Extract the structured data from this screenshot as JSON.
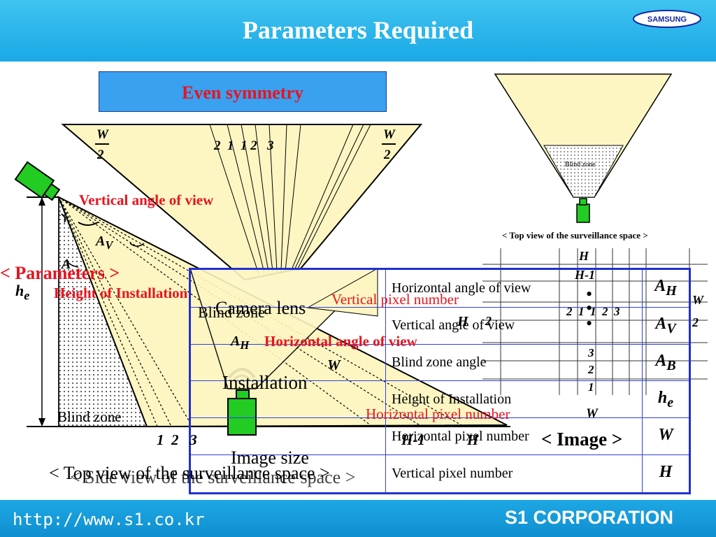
{
  "page": {
    "title": "Parameters Required"
  },
  "footer": {
    "url": "http://www.s1.co.kr",
    "company": "S1 CORPORATION",
    "brand": "SAMSUNG"
  },
  "side_view": {
    "header": "Even symmetry",
    "labels": {
      "vertical_angle": "Vertical angle of view",
      "height_installation": "Height of Installation",
      "blind_zone": "Blind zone",
      "blind_zone_cut": "Blind zone",
      "camera_lens": "Camera lens",
      "installation": "Installation",
      "image_size": "Image size",
      "he": "h",
      "he_sub": "e",
      "av": "A",
      "av_sub": "V",
      "ah": "A",
      "ah_sub": "H",
      "ab": "A",
      "w_over_2_num": "W",
      "w_over_2_den": "2",
      "w": "W",
      "ticks_top": "2  1  1 2   3",
      "ticks_bottom": "1  2   3",
      "h_bottom_1": "H-1",
      "h_bottom_2": "H"
    },
    "caption": "< Top view of the surveillance space >",
    "caption_overlay": "< Side view of the surveillance space >",
    "parameters_title": "< Parameters >"
  },
  "red_labels": {
    "vertical_pixel": "Vertical pixel number",
    "horizontal_angle": "Horizontal angle of view",
    "horizontal_pixel": "Horizontal pixel number"
  },
  "top_view": {
    "blind_zone": "Blind zone",
    "caption": "< Top view of the surveillance space >"
  },
  "image_grid": {
    "label": "< Image >",
    "h": "H",
    "h_minus_1": "H-1",
    "w": "W",
    "two": "2",
    "cols": "2  1  1  2  3",
    "rows_3": "3",
    "rows_2": "2",
    "rows_1": "1",
    "w_bottom": "W",
    "dots": "•"
  },
  "parameters": [
    {
      "name": "Horizontal angle of view",
      "symbol": "A",
      "sub": "H"
    },
    {
      "name": "Vertical angle of view",
      "symbol": "A",
      "sub": "V"
    },
    {
      "name": "Blind zone angle",
      "symbol": "A",
      "sub": "B"
    },
    {
      "name": "Height of Installation",
      "symbol": "h",
      "sub": "e"
    },
    {
      "name": "Horizontal pixel number",
      "symbol": "W",
      "sub": ""
    },
    {
      "name": "Vertical pixel number",
      "symbol": "H",
      "sub": ""
    }
  ],
  "colors": {
    "header": "#1aa9e6",
    "fov_fill": "#fdf6c3",
    "camera": "#22cc22",
    "accent_red": "#e8141e",
    "table_border": "#2030d0"
  }
}
